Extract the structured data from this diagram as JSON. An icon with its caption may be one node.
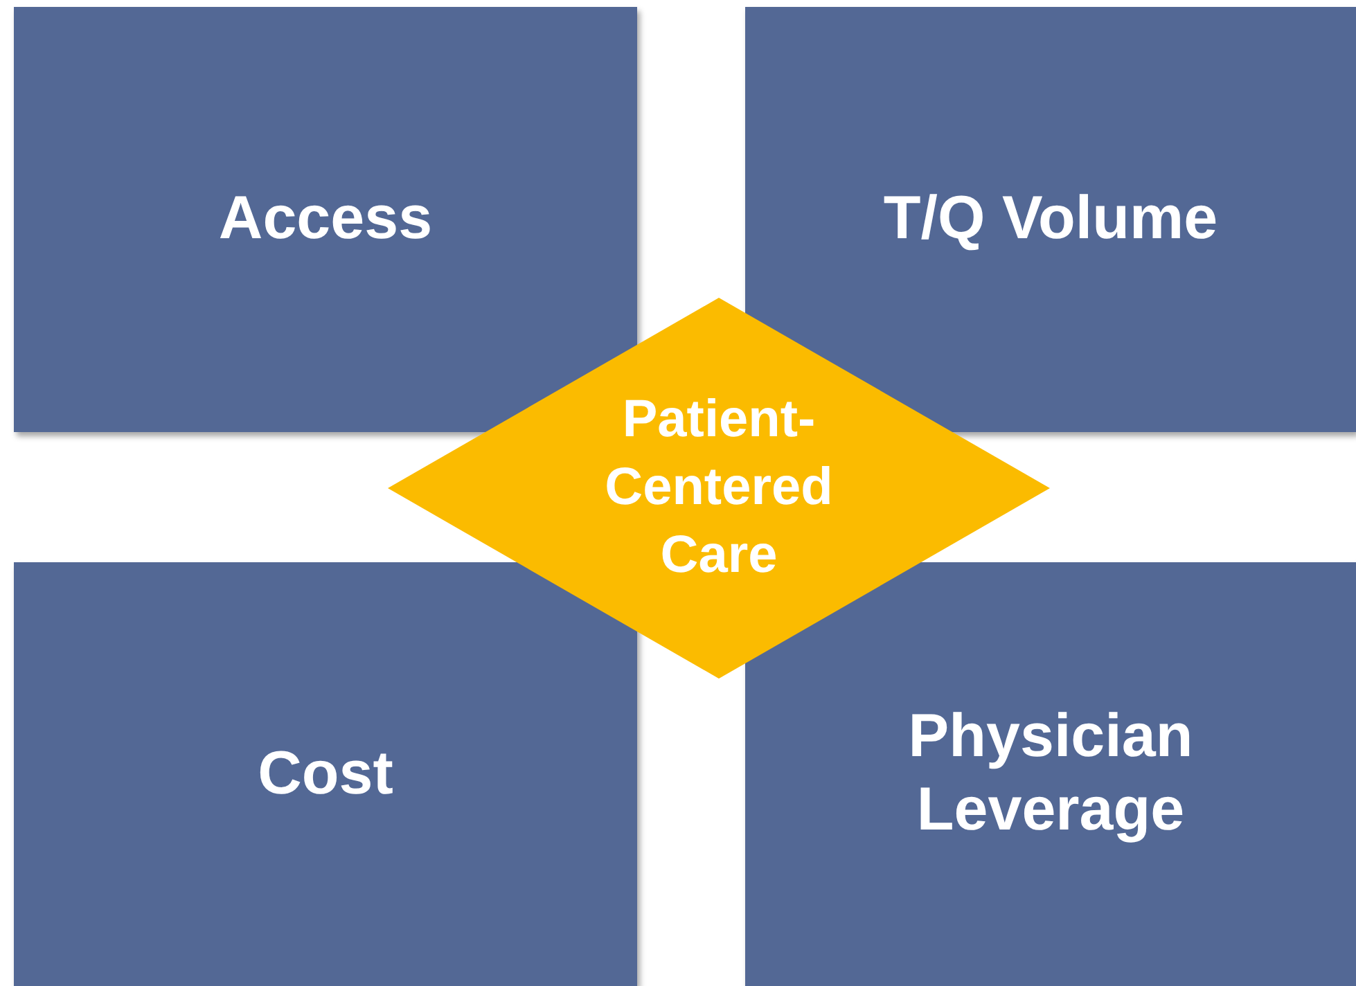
{
  "diagram": {
    "nodes": [
      {
        "text": [
          "Access"
        ]
      },
      {
        "text": [
          "T/Q Volume"
        ]
      },
      {
        "text": [
          "Cost"
        ]
      },
      {
        "text": [
          "Physician Leverage"
        ]
      },
      {
        "text": [
          "Patient-Centered Care"
        ]
      }
    ]
  }
}
